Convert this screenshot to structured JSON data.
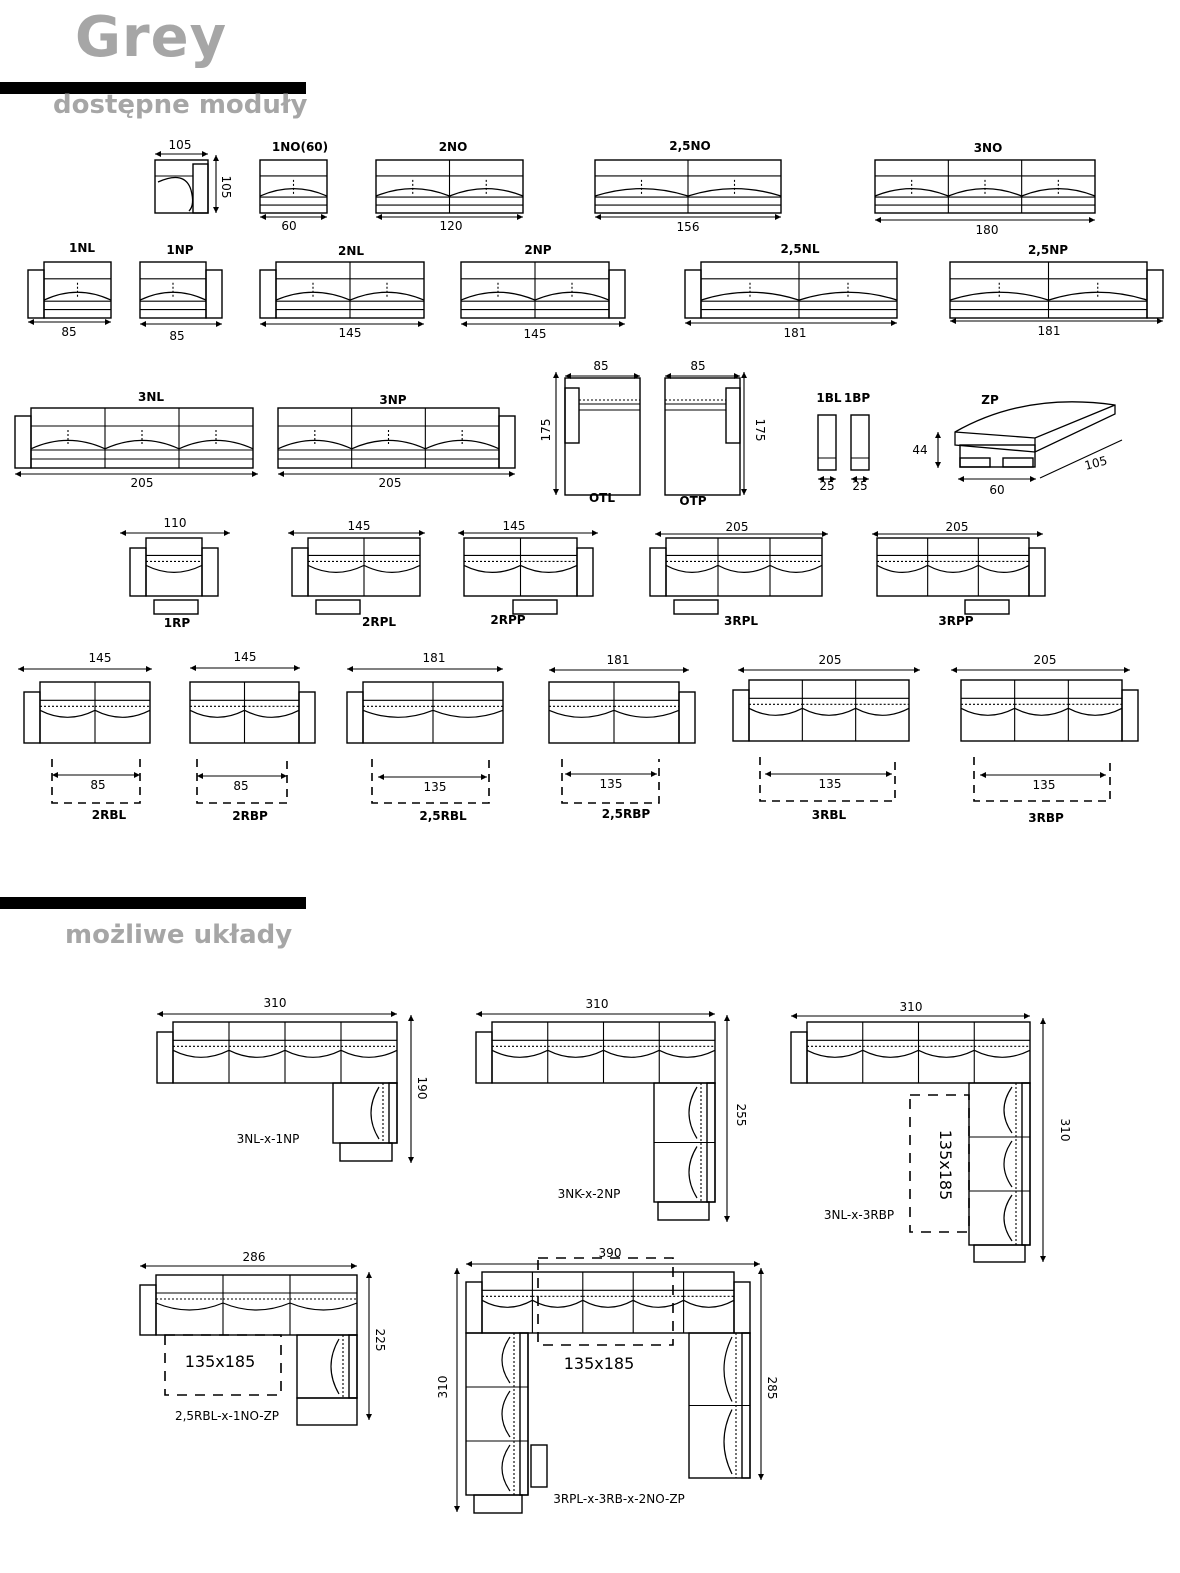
{
  "title": "Grey",
  "section_modules": "dostępne moduły",
  "section_layouts": "możliwe układy",
  "modules": [
    {
      "id": "corner",
      "label": "",
      "dims": [
        "105",
        "105"
      ]
    },
    {
      "id": "1NO60",
      "label": "1NO(60)",
      "dims": [
        "60"
      ]
    },
    {
      "id": "2NO",
      "label": "2NO",
      "dims": [
        "120"
      ]
    },
    {
      "id": "25NO",
      "label": "2,5NO",
      "dims": [
        "156"
      ]
    },
    {
      "id": "3NO",
      "label": "3NO",
      "dims": [
        "180"
      ]
    },
    {
      "id": "1NL",
      "label": "1NL",
      "dims": [
        "85"
      ]
    },
    {
      "id": "1NP",
      "label": "1NP",
      "dims": [
        "85"
      ]
    },
    {
      "id": "2NL",
      "label": "2NL",
      "dims": [
        "145"
      ]
    },
    {
      "id": "2NP",
      "label": "2NP",
      "dims": [
        "145"
      ]
    },
    {
      "id": "25NL",
      "label": "2,5NL",
      "dims": [
        "181"
      ]
    },
    {
      "id": "25NP",
      "label": "2,5NP",
      "dims": [
        "181"
      ]
    },
    {
      "id": "3NL",
      "label": "3NL",
      "dims": [
        "205"
      ]
    },
    {
      "id": "3NP",
      "label": "3NP",
      "dims": [
        "205"
      ]
    },
    {
      "id": "OTL",
      "label": "OTL",
      "dims": [
        "85",
        "175"
      ]
    },
    {
      "id": "OTP",
      "label": "OTP",
      "dims": [
        "85",
        "175"
      ]
    },
    {
      "id": "1BL",
      "label": "1BL",
      "dims": [
        "25"
      ]
    },
    {
      "id": "1BP",
      "label": "1BP",
      "dims": [
        "25"
      ]
    },
    {
      "id": "ZP",
      "label": "ZP",
      "dims": [
        "44",
        "60",
        "105"
      ]
    },
    {
      "id": "1RP",
      "label": "1RP",
      "dims": [
        "110"
      ]
    },
    {
      "id": "2RPL",
      "label": "2RPL",
      "dims": [
        "145"
      ]
    },
    {
      "id": "2RPP",
      "label": "2RPP",
      "dims": [
        "145"
      ]
    },
    {
      "id": "3RPL",
      "label": "3RPL",
      "dims": [
        "205"
      ]
    },
    {
      "id": "3RPP",
      "label": "3RPP",
      "dims": [
        "205"
      ]
    },
    {
      "id": "2RBL",
      "label": "2RBL",
      "dims": [
        "145",
        "85"
      ]
    },
    {
      "id": "2RBP",
      "label": "2RBP",
      "dims": [
        "145",
        "85"
      ]
    },
    {
      "id": "25RBL",
      "label": "2,5RBL",
      "dims": [
        "181",
        "135"
      ]
    },
    {
      "id": "25RBP",
      "label": "2,5RBP",
      "dims": [
        "181",
        "135"
      ]
    },
    {
      "id": "3RBL",
      "label": "3RBL",
      "dims": [
        "205",
        "135"
      ]
    },
    {
      "id": "3RBP",
      "label": "3RBP",
      "dims": [
        "205",
        "135"
      ]
    }
  ],
  "layouts": [
    {
      "label": "3NL-x-1NP",
      "dims": [
        "310",
        "190"
      ]
    },
    {
      "label": "3NK-x-2NP",
      "dims": [
        "310",
        "255"
      ]
    },
    {
      "label": "3NL-x-3RBP",
      "dims": [
        "310",
        "310",
        "135x185"
      ]
    },
    {
      "label": "2,5RBL-x-1NO-ZP",
      "dims": [
        "286",
        "225",
        "135x185"
      ]
    },
    {
      "label": "3RPL-x-3RB-x-2NO-ZP",
      "dims": [
        "390",
        "310",
        "285",
        "135x185"
      ]
    }
  ]
}
